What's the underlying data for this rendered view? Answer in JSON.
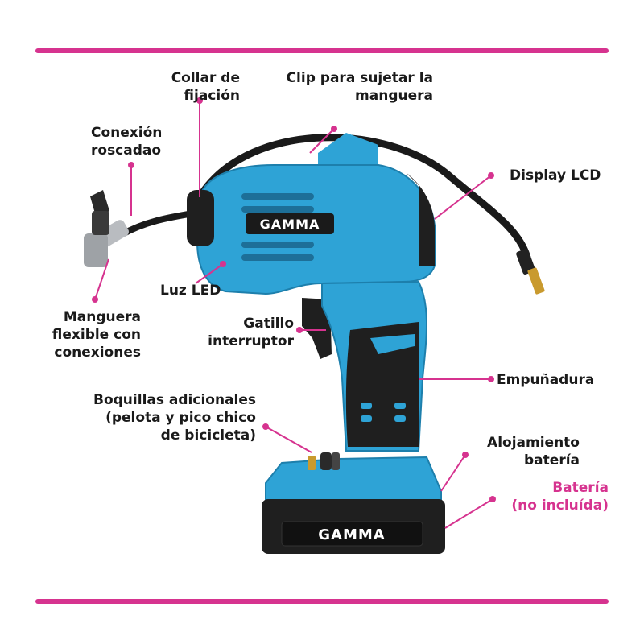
{
  "labels": {
    "collar": [
      "Collar de",
      "fijación"
    ],
    "clip": [
      "Clip para sujetar la",
      "manguera"
    ],
    "conexion": [
      "Conexión",
      "roscadao"
    ],
    "display": [
      "Display LCD"
    ],
    "luz": [
      "Luz LED"
    ],
    "manguera": [
      "Manguera",
      "flexible con",
      "conexiones"
    ],
    "gatillo": [
      "Gatillo",
      "interruptor"
    ],
    "empunadura": [
      "Empuñadura"
    ],
    "boquillas": [
      "Boquillas adicionales",
      "(pelota y pico chico",
      "de bicicleta)"
    ],
    "alojamiento": [
      "Alojamiento",
      "batería"
    ],
    "bateria": [
      "Batería",
      "(no incluída)"
    ]
  },
  "brand": {
    "body_logo": "GAMMA",
    "battery_logo": "GAMMA"
  },
  "colors": {
    "accent": "#d6338f",
    "tool_blue": "#2ea3d6",
    "tool_dark": "#1f1f1f"
  }
}
